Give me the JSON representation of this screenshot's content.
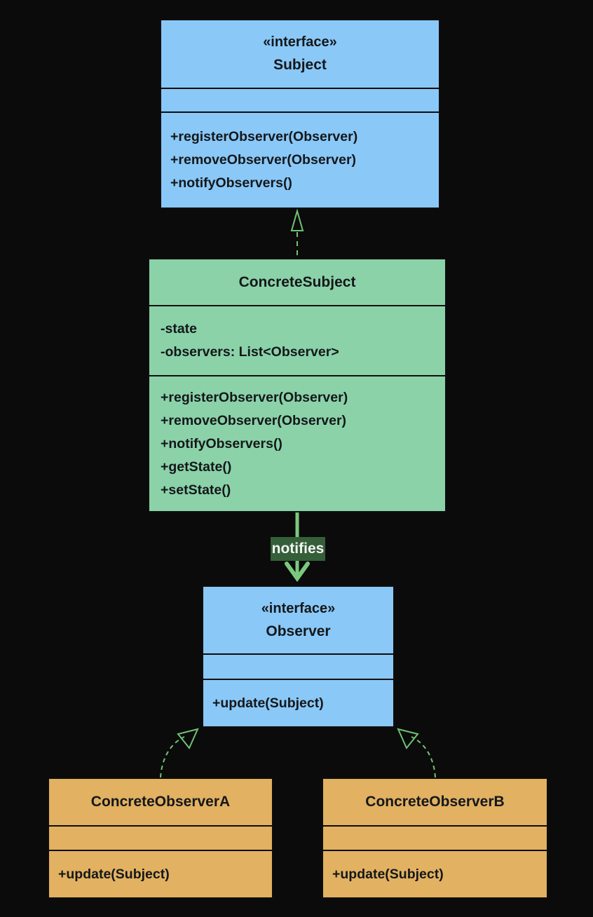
{
  "diagram_type": "uml-class-diagram",
  "colors": {
    "background": "#0b0b0b",
    "interface_fill": "#8ac8f7",
    "concrete_subject_fill": "#8bd2a9",
    "concrete_observer_fill": "#e2b161",
    "arrow_green": "#72c275",
    "notifies_arrow_green": "#7bc97e",
    "notifies_label_bg": "#345f38",
    "notifies_label_text": "#f4f6f4"
  },
  "classes": {
    "subject": {
      "stereotype": "«interface»",
      "name": "Subject",
      "attributes": [],
      "methods": [
        "+registerObserver(Observer)",
        "+removeObserver(Observer)",
        "+notifyObservers()"
      ]
    },
    "concreteSubject": {
      "name": "ConcreteSubject",
      "attributes": [
        "-state",
        "-observers: List<Observer>"
      ],
      "methods": [
        "+registerObserver(Observer)",
        "+removeObserver(Observer)",
        "+notifyObservers()",
        "+getState()",
        "+setState()"
      ]
    },
    "observer": {
      "stereotype": "«interface»",
      "name": "Observer",
      "attributes": [],
      "methods": [
        "+update(Subject)"
      ]
    },
    "concreteObserverA": {
      "name": "ConcreteObserverA",
      "attributes": [],
      "methods": [
        "+update(Subject)"
      ]
    },
    "concreteObserverB": {
      "name": "ConcreteObserverB",
      "attributes": [],
      "methods": [
        "+update(Subject)"
      ]
    }
  },
  "relationships": {
    "notifies_label": "notifies",
    "edges": [
      {
        "from": "ConcreteSubject",
        "to": "Subject",
        "type": "realization-dashed-hollow-triangle"
      },
      {
        "from": "ConcreteSubject",
        "to": "Observer",
        "type": "directed-solid-arrow",
        "label": "notifies"
      },
      {
        "from": "ConcreteObserverA",
        "to": "Observer",
        "type": "realization-dashed-hollow-triangle"
      },
      {
        "from": "ConcreteObserverB",
        "to": "Observer",
        "type": "realization-dashed-hollow-triangle"
      }
    ]
  }
}
